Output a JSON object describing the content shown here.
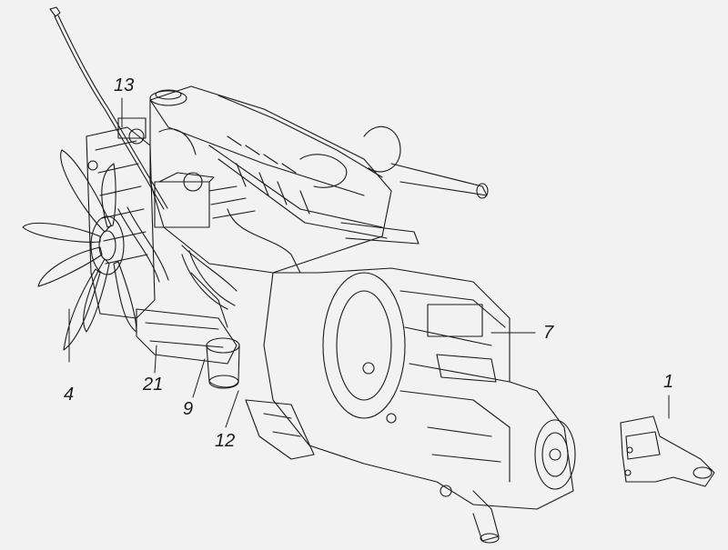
{
  "diagram": {
    "callouts": [
      {
        "id": "c13",
        "label": "13"
      },
      {
        "id": "c7",
        "label": "7"
      },
      {
        "id": "c4",
        "label": "4"
      },
      {
        "id": "c21",
        "label": "21"
      },
      {
        "id": "c9",
        "label": "9"
      },
      {
        "id": "c12",
        "label": "12"
      },
      {
        "id": "c1",
        "label": "1"
      }
    ],
    "colors": {
      "background": "#f2f2f2",
      "ink": "#1a1a1a"
    }
  }
}
